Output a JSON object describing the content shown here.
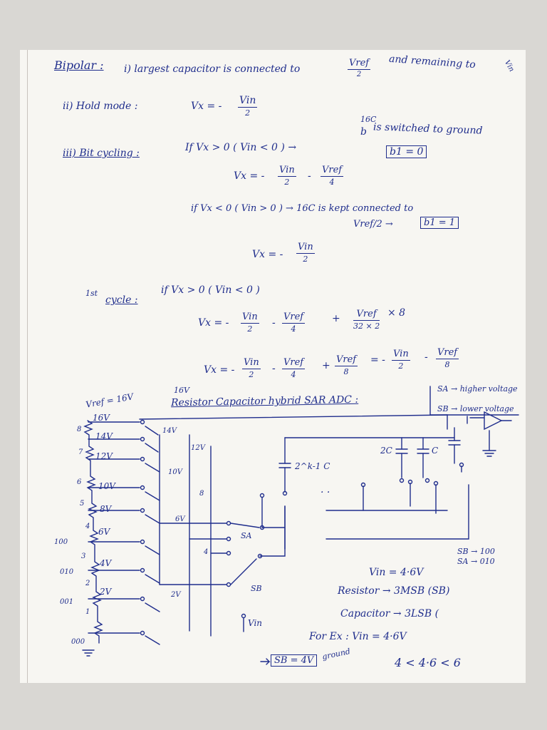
{
  "notes": {
    "bipolar": {
      "label": "Bipolar :",
      "line": "i) largest capacitor is connected to",
      "vref_num": "Vref",
      "vref_den": "2",
      "tail": "and remaining to",
      "tail2": "Vin"
    },
    "hold": {
      "label": "ii) Hold mode :",
      "lhs": "Vx = -",
      "num": "Vin",
      "den": "2"
    },
    "bitcycling": {
      "label": "iii) Bit cycling :",
      "cond1": "If Vx > 0 ( Vin < 0 ) →",
      "cap_16c": "16C",
      "cap_b": "b",
      "switched": "is switched to ground",
      "b1_zero": "b1 = 0",
      "eq1_lhs": "Vx = -",
      "eq1_f1_num": "Vin",
      "eq1_f1_den": "2",
      "eq1_minus": "-",
      "eq1_f2_num": "Vref",
      "eq1_f2_den": "4",
      "cond2": "if Vx < 0 ( Vin > 0 ) → 16C is kept connected to",
      "cond2b": "Vref/2 →",
      "b1_one": "b1 = 1",
      "eq2_lhs": "Vx = -",
      "eq2_num": "Vin",
      "eq2_den": "2"
    },
    "first_cycle": {
      "sup": "1st",
      "label": "cycle :",
      "cond": "if Vx > 0 ( Vin < 0 )",
      "eq1_lhs": "Vx = -",
      "f1_num": "Vin",
      "f1_den": "2",
      "m1": "-",
      "f2_num": "Vref",
      "f2_den": "4",
      "plus": "+",
      "f3_num": "Vref",
      "f3_den": "32 × 2",
      "times8": "× 8",
      "eq2_lhs": "Vx = -",
      "g1_num": "Vin",
      "g1_den": "2",
      "g_m1": "-",
      "g2_num": "Vref",
      "g2_den": "4",
      "g_plus": "+",
      "g3_num": "Vref",
      "g3_den": "8",
      "g_eq": "= -",
      "g4_num": "Vin",
      "g4_den": "2",
      "g_m2": "-",
      "g5_num": "Vref",
      "g5_den": "8"
    }
  },
  "circuit": {
    "title": "Resistor Capacitor hybrid SAR ADC :",
    "vref_label": "Vref = 16V",
    "top_16v": "16V",
    "ladder_labels": [
      "16V",
      "14V",
      "12V",
      "10V",
      "8V",
      "6V",
      "4V",
      "2V"
    ],
    "ladder_indices": [
      "8",
      "7",
      "6",
      "5",
      "4",
      "3",
      "2",
      "1"
    ],
    "codes": [
      "100",
      "010",
      "001",
      "000"
    ],
    "tap_14v": "14V",
    "tap_12v": "12V",
    "tap_10v": "10V",
    "tap_8": "8",
    "tap_6v": "6V",
    "tap_4": "4",
    "tap_2v": "2V",
    "sa": "SA",
    "sb": "SB",
    "vin": "Vin",
    "cap_2k": "2^k-1 C",
    "cap_2c": "2C",
    "cap_c": "C",
    "dots": ". .",
    "legend_sa": "SA → higher voltage",
    "legend_sb": "SB → lower voltage"
  },
  "example": {
    "sb_100": "SB → 100",
    "sa_010": "SA → 010",
    "vin": "Vin = 4·6V",
    "resistor": "Resistor → 3MSB (SB)",
    "capacitor": "Capacitor → 3LSB (",
    "for_ex": "For Ex : Vin = 4·6V",
    "sb_box": "SB = 4V",
    "ground": "ground",
    "range": "4 < 4·6 < 6"
  }
}
